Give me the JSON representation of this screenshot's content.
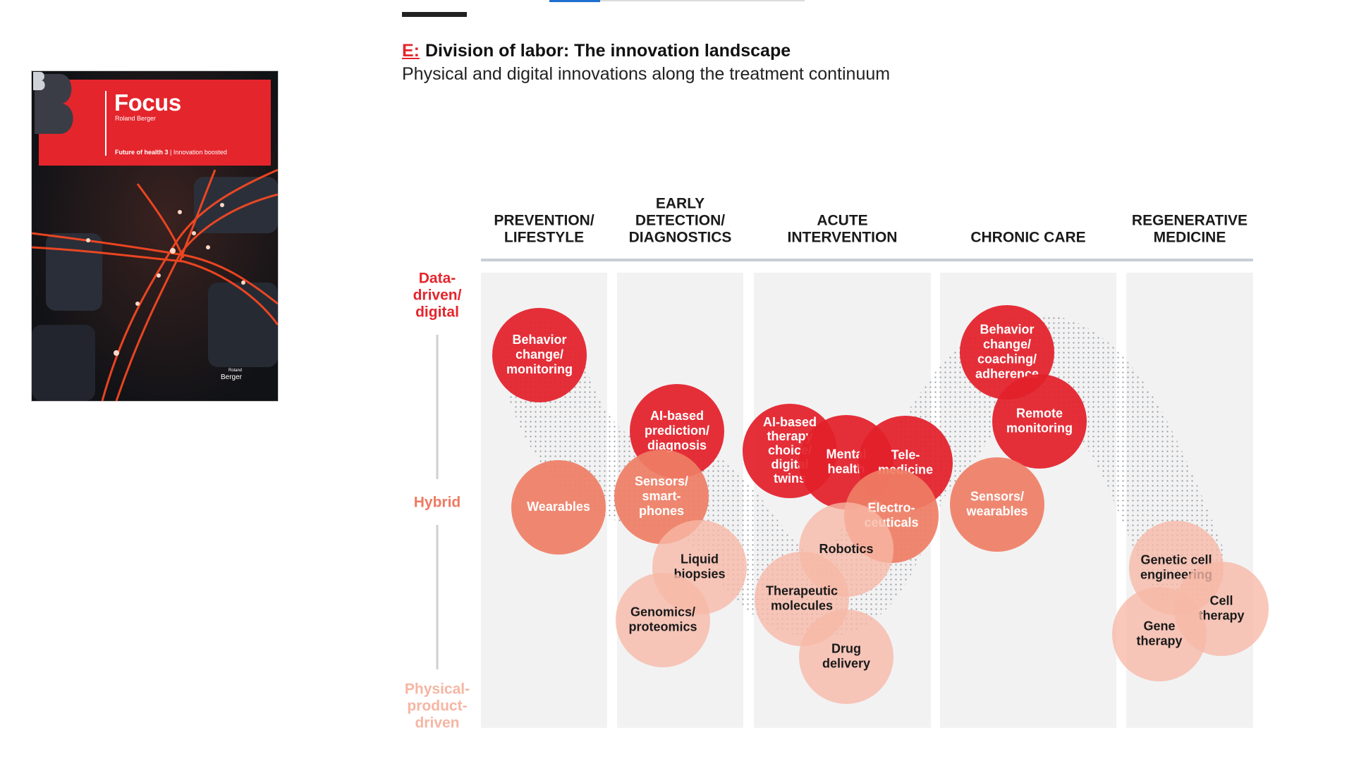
{
  "cover": {
    "title": "Focus",
    "brand": "Roland Berger",
    "series": "Future of health 3",
    "subtitle": "Innovation boosted",
    "footer_small": "Roland",
    "footer": "Berger",
    "band_color": "#e4252c"
  },
  "figure": {
    "letter": "E:",
    "title": "Division of labor: The innovation landscape",
    "subtitle": "Physical and digital innovations along the treatment continuum"
  },
  "columns": [
    {
      "lines": [
        "PREVENTION/",
        "LIFESTYLE"
      ]
    },
    {
      "lines": [
        "EARLY",
        "DETECTION/",
        "DIAGNOSTICS"
      ]
    },
    {
      "lines": [
        "ACUTE",
        "INTERVENTION"
      ]
    },
    {
      "lines": [
        "CHRONIC CARE"
      ]
    },
    {
      "lines": [
        "REGENERATIVE",
        "MEDICINE"
      ]
    }
  ],
  "axis": {
    "top": {
      "lines": [
        "Data-",
        "driven/",
        "digital"
      ],
      "color": "#e4252c"
    },
    "middle": {
      "lines": [
        "Hybrid"
      ],
      "color": "#ef7a62"
    },
    "bottom": {
      "lines": [
        "Physical-",
        "product-",
        "driven"
      ],
      "color": "#f5b6a3"
    }
  },
  "levels": {
    "digital": {
      "fill": "#e3202a",
      "opacity": 0.93,
      "text": "#ffffff"
    },
    "hybrid": {
      "fill": "#ef7e65",
      "opacity": 0.92,
      "text": "#ffffff"
    },
    "physical": {
      "fill": "#f7b9a6",
      "opacity": 0.78,
      "text": "#1a1a1a"
    }
  },
  "innovations": [
    {
      "column": 0,
      "level": "digital",
      "lines": [
        "Behavior",
        "change/",
        "monitoring"
      ]
    },
    {
      "column": 0,
      "level": "hybrid",
      "lines": [
        "Wearables"
      ]
    },
    {
      "column": 1,
      "level": "digital",
      "lines": [
        "AI-based",
        "prediction/",
        "diagnosis"
      ]
    },
    {
      "column": 1,
      "level": "hybrid",
      "lines": [
        "Sensors/",
        "smart-",
        "phones"
      ]
    },
    {
      "column": 1,
      "level": "physical",
      "lines": [
        "Liquid",
        "biopsies"
      ]
    },
    {
      "column": 1,
      "level": "physical",
      "lines": [
        "Genomics/",
        "proteomics"
      ]
    },
    {
      "column": 2,
      "level": "digital",
      "lines": [
        "AI-based",
        "therapy",
        "choice/",
        "digital",
        "twins"
      ]
    },
    {
      "column": 2,
      "level": "digital",
      "lines": [
        "Mental",
        "health"
      ]
    },
    {
      "column": 2,
      "level": "digital",
      "lines": [
        "Tele-",
        "medicine"
      ]
    },
    {
      "column": 2,
      "level": "hybrid",
      "lines": [
        "Electro-",
        "ceuticals"
      ]
    },
    {
      "column": 2,
      "level": "physical",
      "lines": [
        "Robotics"
      ]
    },
    {
      "column": 2,
      "level": "physical",
      "lines": [
        "Therapeutic",
        "molecules"
      ]
    },
    {
      "column": 2,
      "level": "physical",
      "lines": [
        "Drug",
        "delivery"
      ]
    },
    {
      "column": 3,
      "level": "digital",
      "lines": [
        "Behavior",
        "change/",
        "coaching/",
        "adherence"
      ]
    },
    {
      "column": 3,
      "level": "digital",
      "lines": [
        "Remote",
        "monitoring"
      ]
    },
    {
      "column": 3,
      "level": "hybrid",
      "lines": [
        "Sensors/",
        "wearables"
      ]
    },
    {
      "column": 4,
      "level": "physical",
      "lines": [
        "Genetic cell",
        "engineering"
      ]
    },
    {
      "column": 4,
      "level": "physical",
      "lines": [
        "Cell",
        "therapy"
      ]
    },
    {
      "column": 4,
      "level": "physical",
      "lines": [
        "Gene",
        "therapy"
      ]
    }
  ],
  "colors": {
    "column_bg": "#f2f2f3",
    "header_rule": "#c9ced6",
    "band_dots": "#8f969e"
  }
}
